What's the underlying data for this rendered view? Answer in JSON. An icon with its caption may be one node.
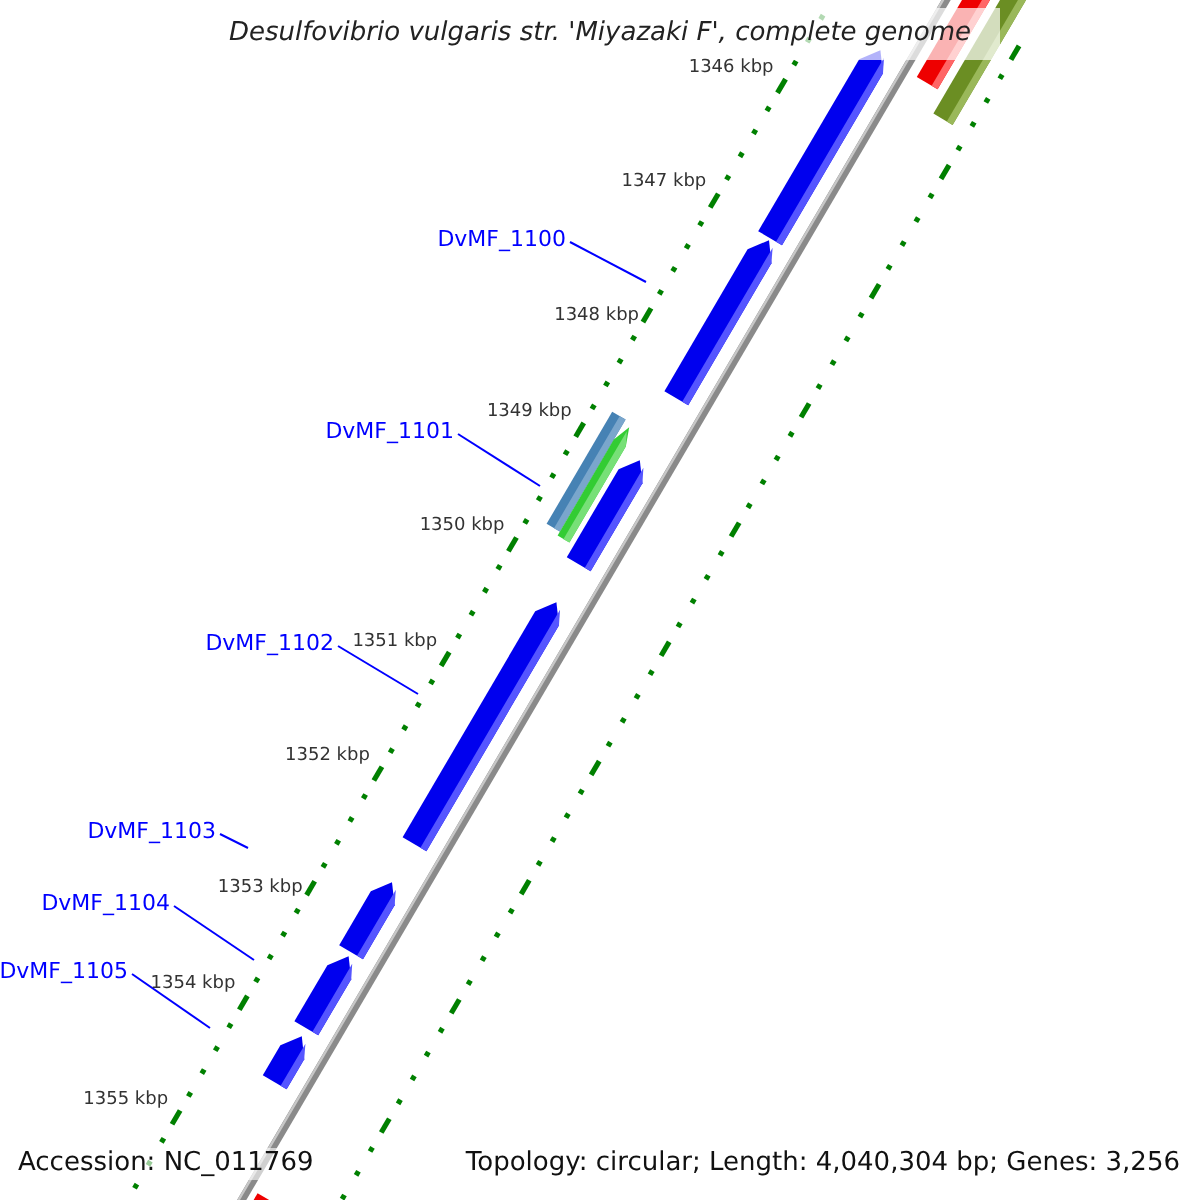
{
  "diagram": {
    "title": "Desulfovibrio vulgaris str. 'Miyazaki F', complete genome",
    "nodes": [
      {
        "text": [
          "DvMF_1100"
        ]
      },
      {
        "text": [
          "DvMF_1101"
        ]
      },
      {
        "text": [
          "DvMF_1102"
        ]
      },
      {
        "text": [
          "DvMF_1103"
        ]
      },
      {
        "text": [
          "DvMF_1104"
        ]
      },
      {
        "text": [
          "DvMF_1105"
        ]
      }
    ],
    "edges": [
      {
        "from": 0,
        "to": null,
        "arrow": "none"
      },
      {
        "from": 1,
        "to": null,
        "arrow": "none"
      },
      {
        "from": 2,
        "to": null,
        "arrow": "none"
      },
      {
        "from": 3,
        "to": null,
        "arrow": "none"
      },
      {
        "from": 4,
        "to": null,
        "arrow": "none"
      },
      {
        "from": 5,
        "to": null,
        "arrow": "none"
      }
    ],
    "labels": [
      "1346 kbp",
      "1347 kbp",
      "1348 kbp",
      "1349 kbp",
      "1350 kbp",
      "1351 kbp",
      "1352 kbp",
      "1353 kbp",
      "1354 kbp",
      "1355 kbp",
      "Accession: NC_011769",
      "Topology: circular; Length: 4,040,304 bp; Genes: 3,256"
    ]
  }
}
